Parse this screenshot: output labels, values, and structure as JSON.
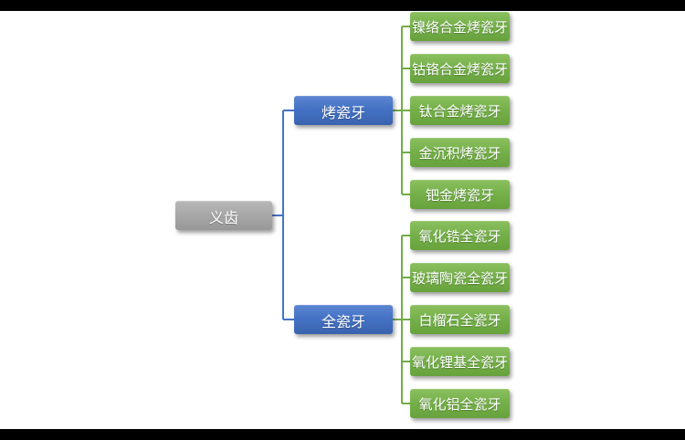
{
  "diagram": {
    "type": "tree",
    "orientation": "left-to-right",
    "root": {
      "label": "义齿"
    },
    "branches": [
      {
        "label": "烤瓷牙",
        "children": [
          "镍络合金烤瓷牙",
          "钴铬合金烤瓷牙",
          "钛合金烤瓷牙",
          "金沉积烤瓷牙",
          "钯金烤瓷牙"
        ]
      },
      {
        "label": "全瓷牙",
        "children": [
          "氧化锆全瓷牙",
          "玻璃陶瓷全瓷牙",
          "白榴石全瓷牙",
          "氧化锂基全瓷牙",
          "氧化铝全瓷牙"
        ]
      }
    ]
  },
  "colors": {
    "root_fill": "#a6a6a6",
    "branch_fill": "#4472c4",
    "leaf_fill": "#70ad47",
    "connector_branch": "#4472c4",
    "connector_leaf": "#70ad47",
    "text": "#ffffff",
    "canvas": "#ffffff",
    "letterbox": "#000000"
  }
}
